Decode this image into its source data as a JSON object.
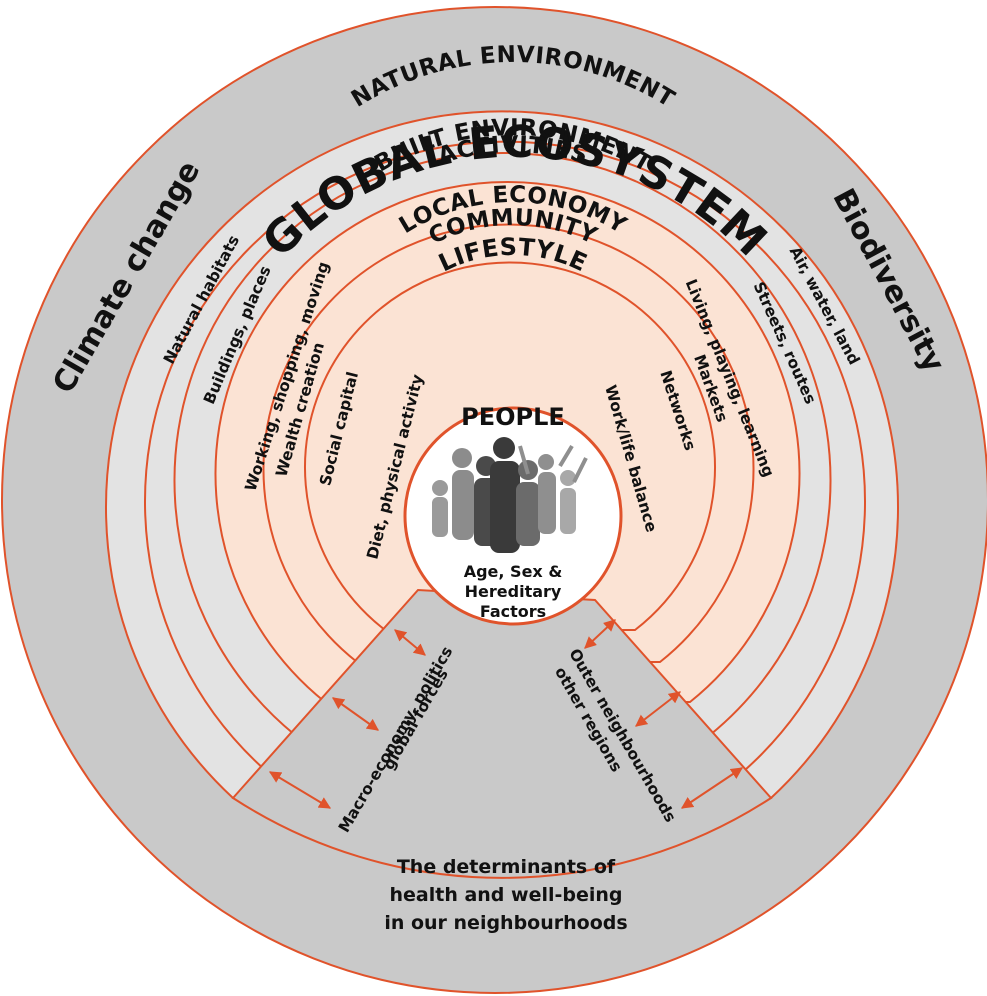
{
  "title": "GLOBAL ECOSYSTEM",
  "rings": {
    "natural_environment": "NATURAL ENVIRONMENT",
    "built_environment": "BUILT ENVIRONMENT",
    "activities": "ACTIVITIES",
    "local_economy": "LOCAL ECONOMY",
    "community": "COMMUNITY",
    "lifestyle": "LIFESTYLE"
  },
  "side_labels": {
    "left": "Climate change",
    "right": "Biodiversity"
  },
  "radial_labels": {
    "natural_habitats": "Natural habitats",
    "buildings_places": "Buildings, places",
    "working_shopping": "Working, shopping, moving",
    "wealth_creation": "Wealth creation",
    "social_capital": "Social capital",
    "diet_activity": "Diet, physical activity",
    "air_water_land": "Air, water, land",
    "streets_routes": "Streets, routes",
    "living_playing": "Living, playing, learning",
    "markets": "Markets",
    "networks": "Networks",
    "work_life": "Work/life balance"
  },
  "center": {
    "title": "PEOPLE",
    "line1": "Age, Sex &",
    "line2": "Hereditary",
    "line3": "Factors"
  },
  "bottom_labels": {
    "left_line1": "Macro-economy, politics",
    "left_line2": "global forces",
    "right_line1": "Outer neighbourhoods",
    "right_line2": "other regions"
  },
  "caption": {
    "line1": "The determinants of",
    "line2": "health and well-being",
    "line3": "in our neighbourhoods"
  },
  "colors": {
    "outer_fill": "#c9c9c9",
    "grey_ring_fill": "#e3e3e3",
    "peach_ring_fill": "#fbe3d4",
    "stroke": "#e0532b",
    "text": "#111111"
  }
}
